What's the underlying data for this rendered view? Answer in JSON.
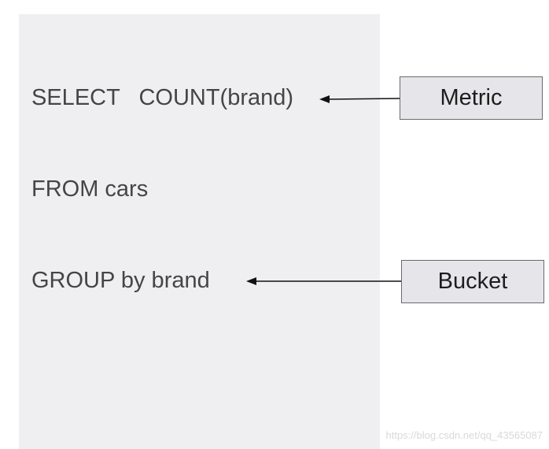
{
  "sql": {
    "select_line": "SELECT   COUNT(brand)",
    "from_line": "FROM cars",
    "group_line": "GROUP by brand"
  },
  "labels": {
    "metric": "Metric",
    "bucket": "Bucket"
  },
  "watermark": "https://blog.csdn.net/qq_43565087",
  "colors": {
    "panel_background": "#efeff1",
    "text": "#454545",
    "box_background": "#e6e6ea",
    "box_border": "#6a6a6a",
    "arrow": "#111111"
  }
}
